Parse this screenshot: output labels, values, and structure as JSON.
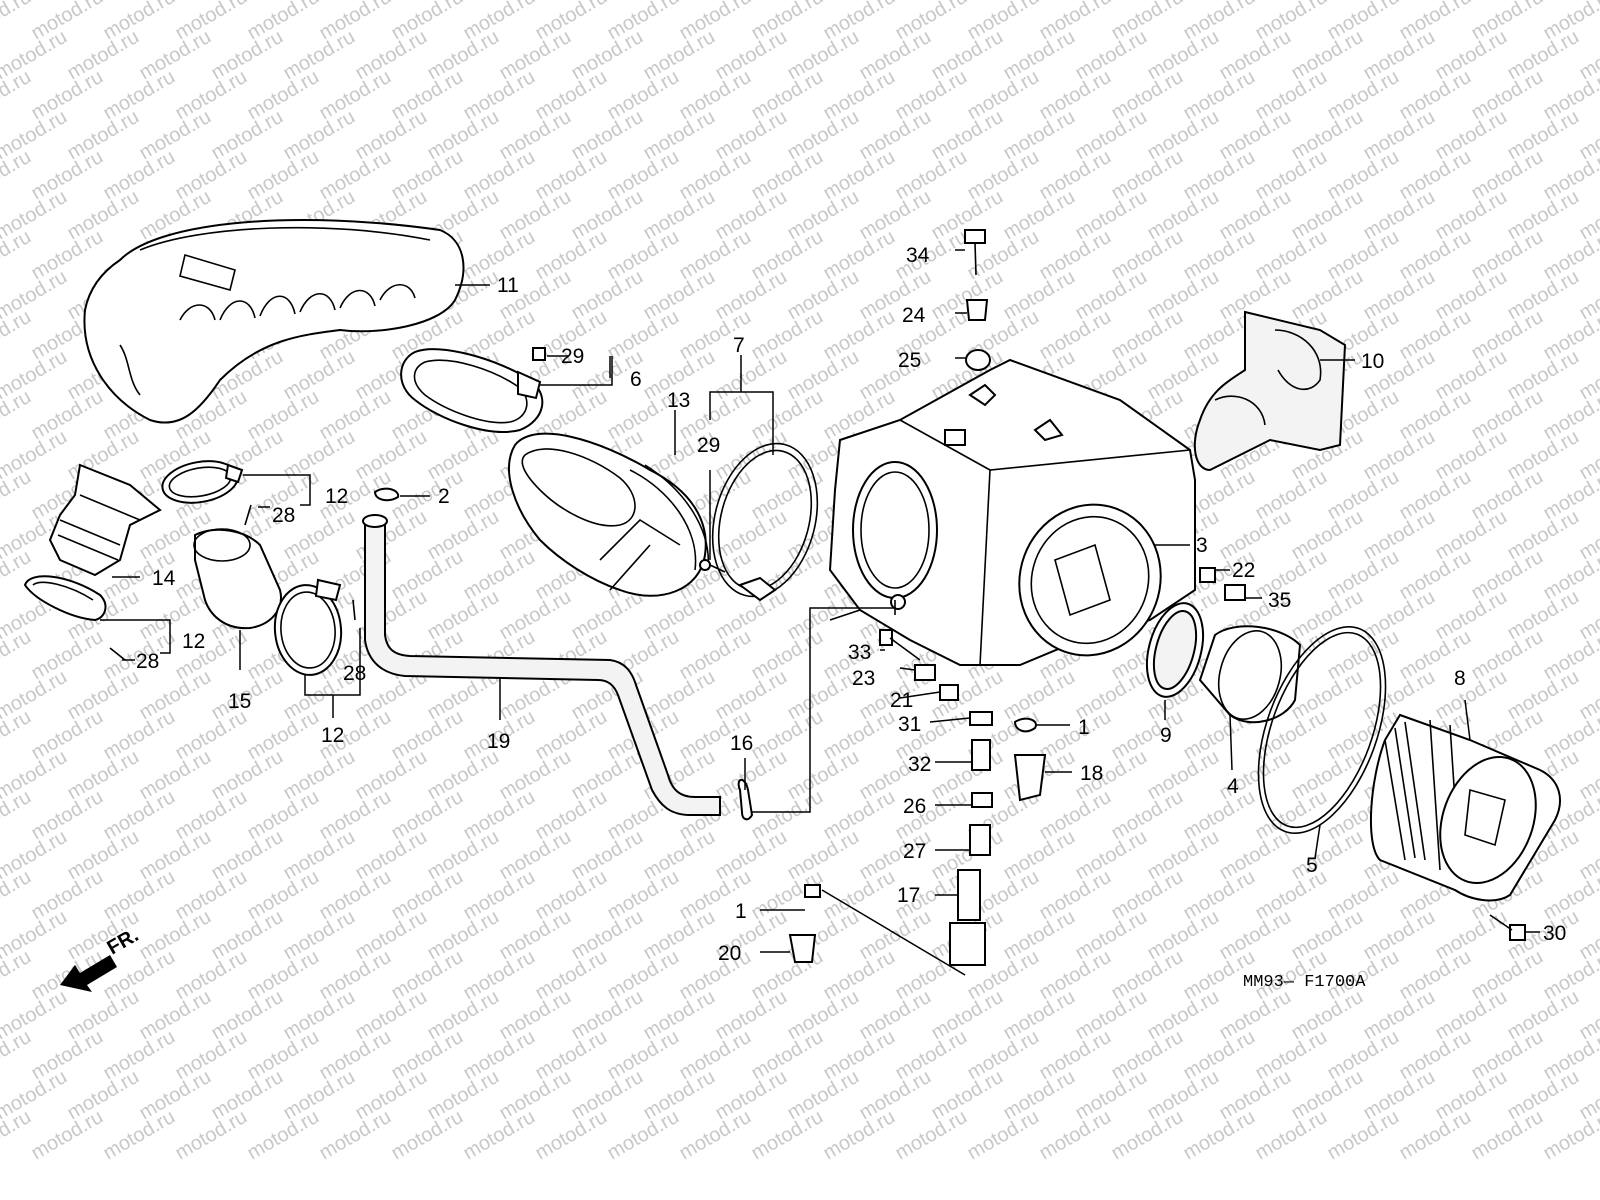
{
  "watermark": "motod.ru",
  "diagram_code": "MM93— F1700A",
  "front_marker": "FR.",
  "labels": {
    "l1a": "1",
    "l1b": "1",
    "l2": "2",
    "l3": "3",
    "l4": "4",
    "l5": "5",
    "l6": "6",
    "l7": "7",
    "l8": "8",
    "l9": "9",
    "l10": "10",
    "l11": "11",
    "l12a": "12",
    "l12b": "12",
    "l12c": "12",
    "l13": "13",
    "l14": "14",
    "l15": "15",
    "l16": "16",
    "l17": "17",
    "l18": "18",
    "l19": "19",
    "l20": "20",
    "l21": "21",
    "l22": "22",
    "l23": "23",
    "l24": "24",
    "l25": "25",
    "l26": "26",
    "l27": "27",
    "l28a": "28",
    "l28b": "28",
    "l28c": "28",
    "l29a": "29",
    "l29b": "29",
    "l30": "30",
    "l31": "31",
    "l32": "32",
    "l33": "33",
    "l34": "34",
    "l35": "35"
  }
}
